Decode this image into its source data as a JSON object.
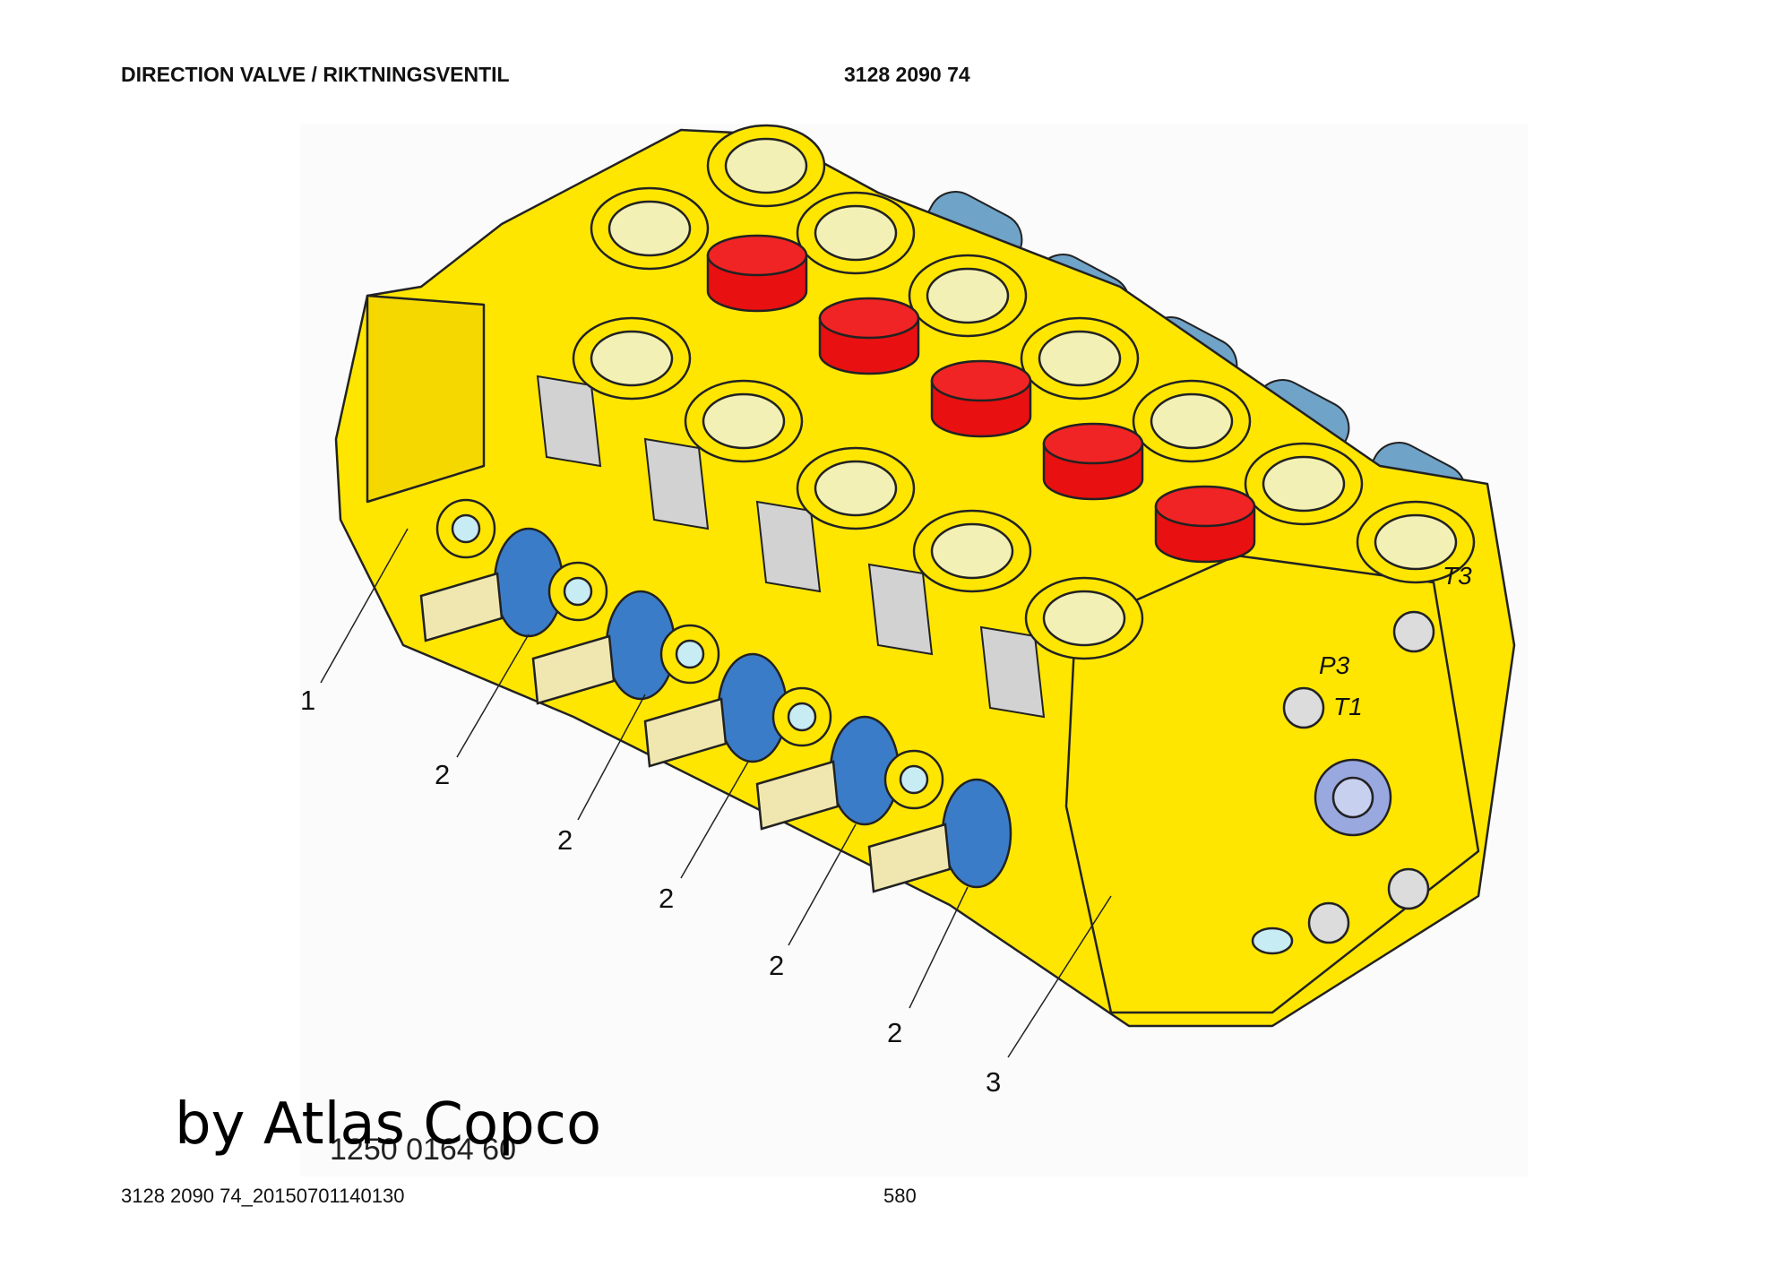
{
  "header": {
    "title": "DIRECTION VALVE / RIKTNINGSVENTIL",
    "part_number": "3128 2090 74"
  },
  "figure": {
    "callouts": [
      "1",
      "2",
      "2",
      "2",
      "2",
      "2",
      "3"
    ],
    "port_labels": [
      "P3",
      "T1",
      "T3"
    ],
    "drawing_number": "1250 0164 60",
    "watermark": "by Atlas Copco",
    "colors": {
      "body": "#ffe600",
      "cap": "#e81010",
      "fitting": "#6fa3c8",
      "seal": "#3a7cc8",
      "port_inner": "#f3f0b5",
      "lever": "#f0e7b0",
      "plate": "#d2d2d2",
      "outline": "#222222"
    }
  },
  "footer": {
    "document_id": "3128 2090 74_20150701140130",
    "page_number": "580"
  }
}
